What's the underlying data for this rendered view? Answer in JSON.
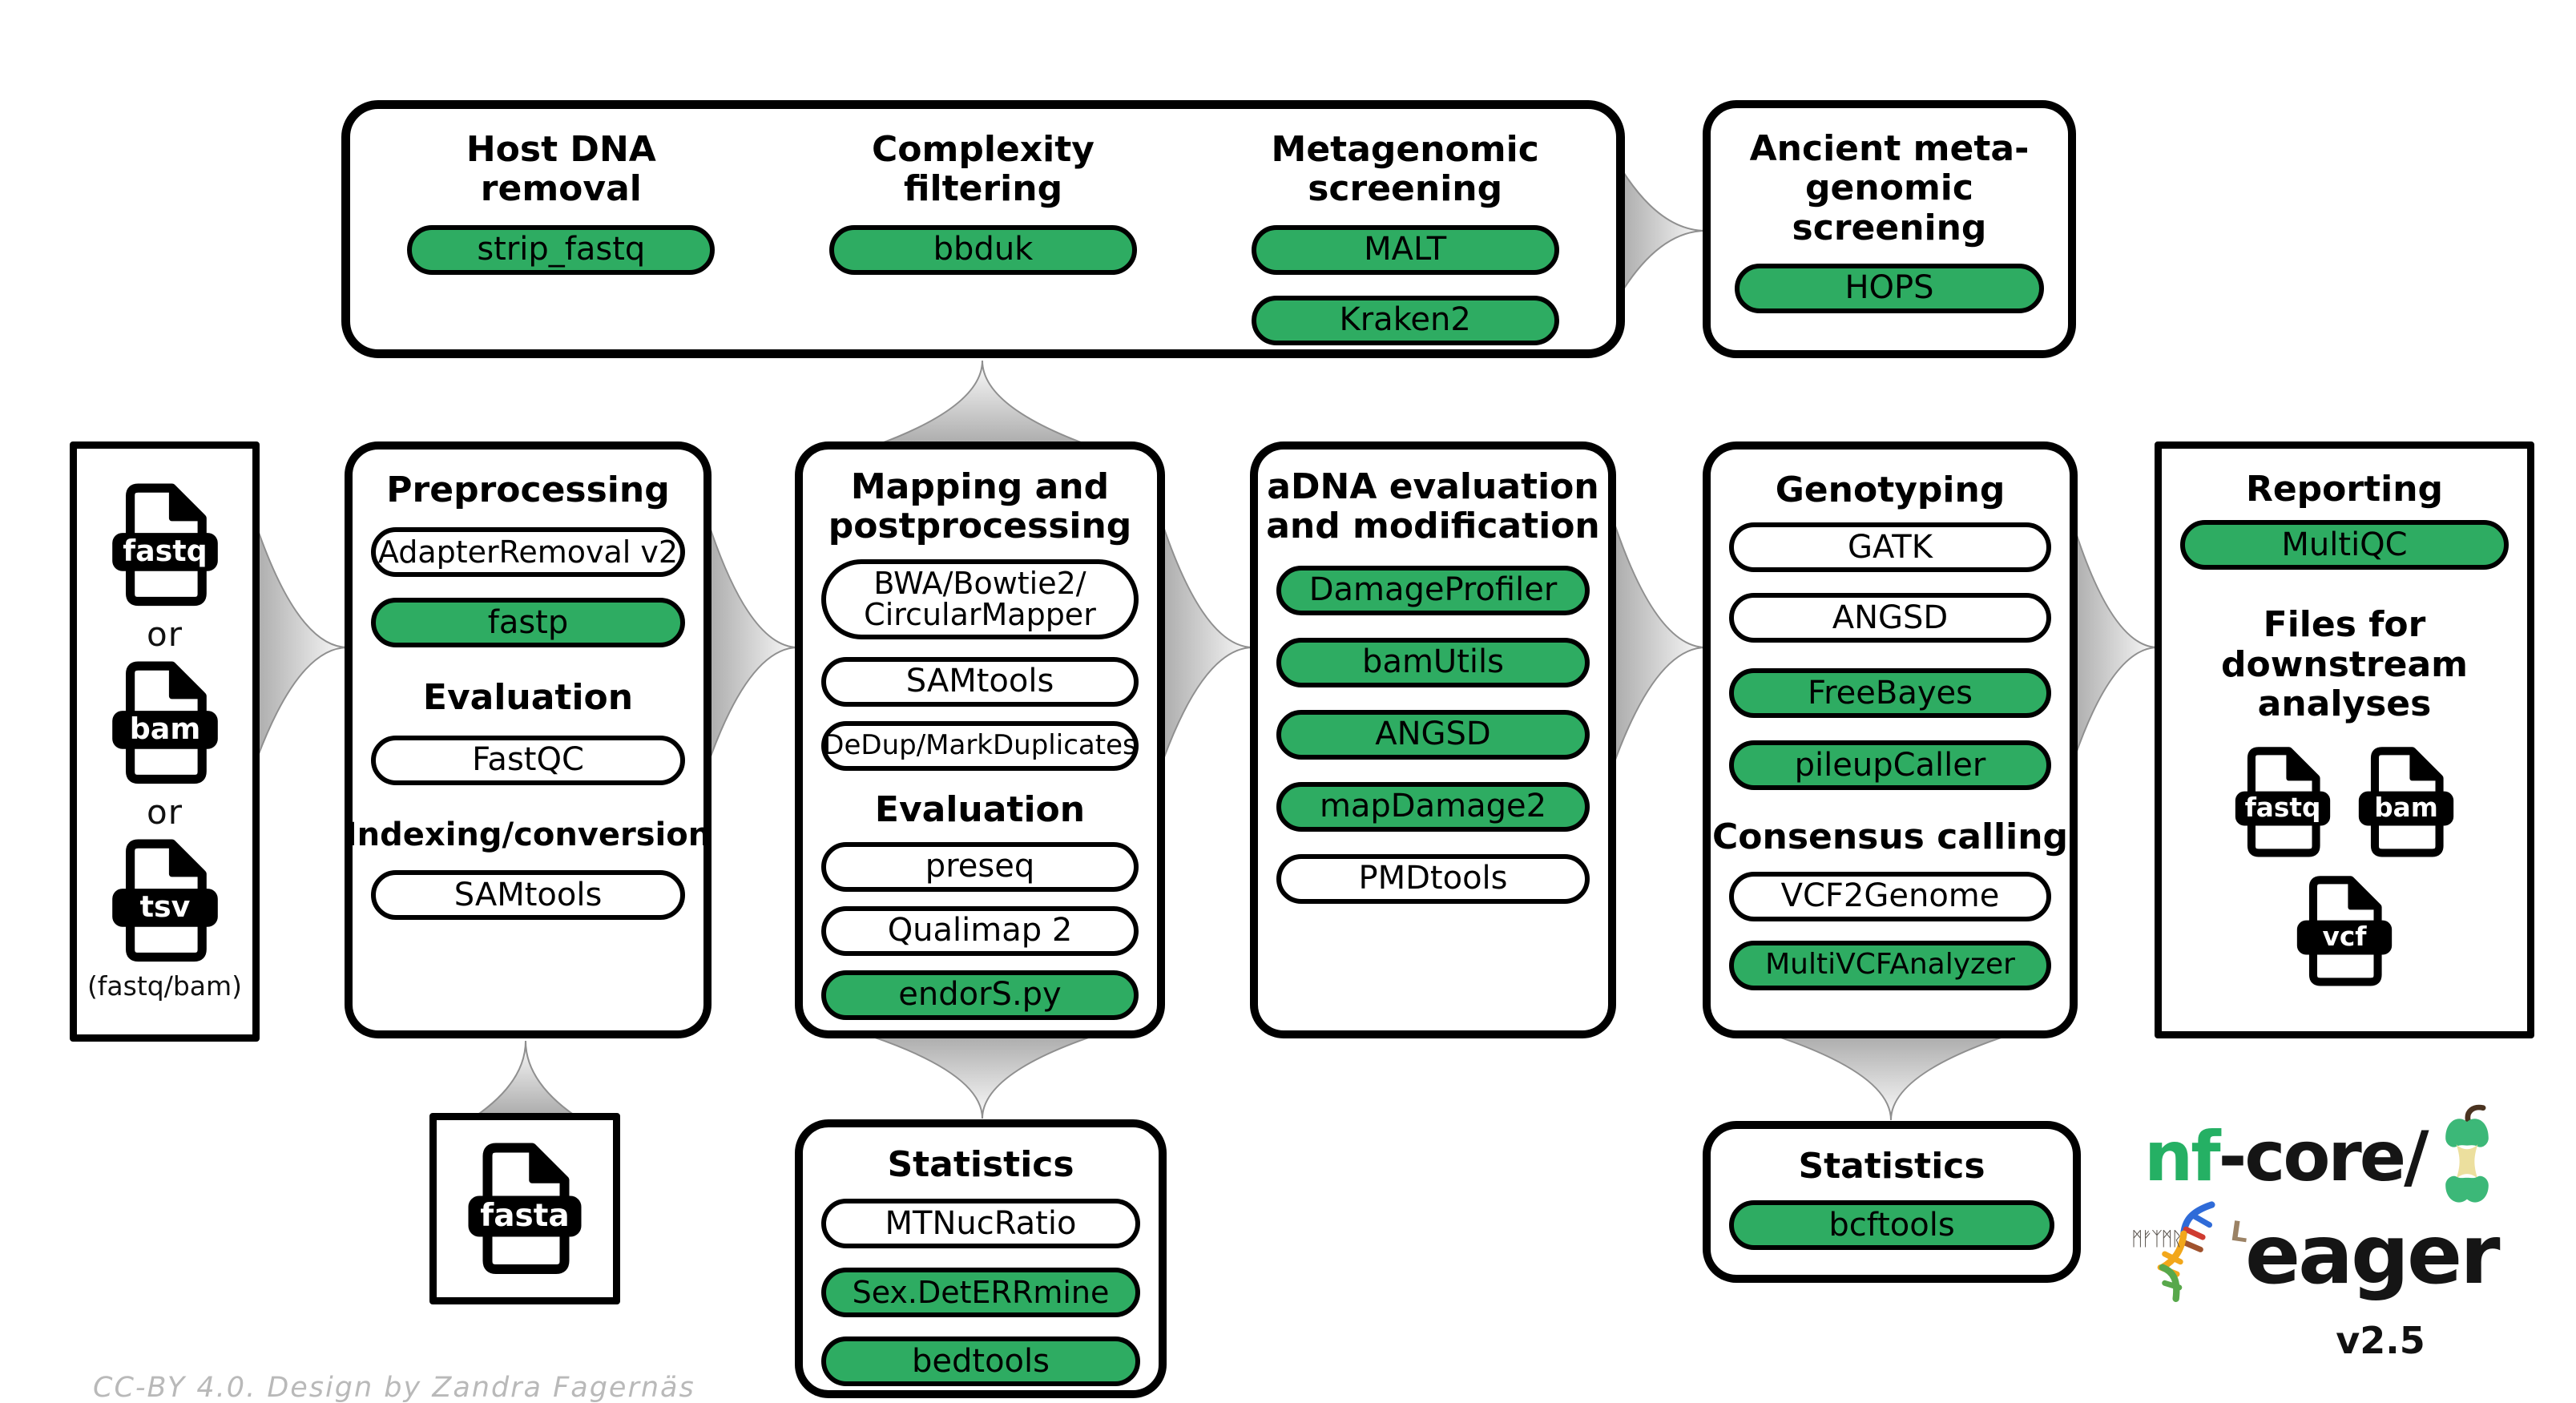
{
  "colors": {
    "pill_green": "#2eac62",
    "logo_green": "#25b064",
    "arrow_dark": "#9c9c9c",
    "arrow_light": "#fcfcfc",
    "credit_gray": "#b9b9b9"
  },
  "input_box": {
    "file1": "fastq",
    "or1": "or",
    "file2": "bam",
    "or2": "or",
    "file3": "tsv",
    "note": "(fastq/bam)"
  },
  "top_box": {
    "col1": {
      "title": "Host DNA\nremoval",
      "tool1": {
        "label": "strip_fastq",
        "green": true
      }
    },
    "col2": {
      "title": "Complexity\nfiltering",
      "tool1": {
        "label": "bbduk",
        "green": true
      }
    },
    "col3": {
      "title": "Metagenomic\nscreening",
      "tool1": {
        "label": "MALT",
        "green": true
      },
      "tool2": {
        "label": "Kraken2",
        "green": true
      }
    }
  },
  "ancient_box": {
    "title": "Ancient meta-\ngenomic screening",
    "tool1": {
      "label": "HOPS",
      "green": true
    }
  },
  "preprocessing": {
    "title": "Preprocessing",
    "tool1": {
      "label": "AdapterRemoval v2",
      "green": false
    },
    "tool2": {
      "label": "fastp",
      "green": true
    },
    "subtitle1": "Evaluation",
    "tool3": {
      "label": "FastQC",
      "green": false
    },
    "subtitle2": "Indexing/conversion",
    "tool4": {
      "label": "SAMtools",
      "green": false
    }
  },
  "mapping": {
    "title": "Mapping and\npostprocessing",
    "tool1": {
      "label": "BWA/Bowtie2/\nCircularMapper",
      "green": false
    },
    "tool2": {
      "label": "SAMtools",
      "green": false
    },
    "tool3": {
      "label": "DeDup/MarkDuplicates",
      "green": false
    },
    "subtitle1": "Evaluation",
    "tool4": {
      "label": "preseq",
      "green": false
    },
    "tool5": {
      "label": "Qualimap 2",
      "green": false
    },
    "tool6": {
      "label": "endorS.py",
      "green": true
    }
  },
  "adna": {
    "title": "aDNA evaluation\nand modification",
    "tool1": {
      "label": "DamageProfiler",
      "green": true
    },
    "tool2": {
      "label": "bamUtils",
      "green": true
    },
    "tool3": {
      "label": "ANGSD",
      "green": true
    },
    "tool4": {
      "label": "mapDamage2",
      "green": true
    },
    "tool5": {
      "label": "PMDtools",
      "green": false
    }
  },
  "genotyping": {
    "title": "Genotyping",
    "tool1": {
      "label": "GATK",
      "green": false
    },
    "tool2": {
      "label": "ANGSD",
      "green": false
    },
    "tool3": {
      "label": "FreeBayes",
      "green": true
    },
    "tool4": {
      "label": "pileupCaller",
      "green": true
    },
    "subtitle1": "Consensus calling",
    "tool5": {
      "label": "VCF2Genome",
      "green": false
    },
    "tool6": {
      "label": "MultiVCFAnalyzer",
      "green": true
    }
  },
  "reporting": {
    "title": "Reporting",
    "tool1": {
      "label": "MultiQC",
      "green": true
    },
    "subtitle1": "Files for downstream\nanalyses",
    "file1": "fastq",
    "file2": "bam",
    "file3": "vcf"
  },
  "stats_mapping": {
    "title": "Statistics",
    "tool1": {
      "label": "MTNucRatio",
      "green": false
    },
    "tool2": {
      "label": "Sex.DetERRmine",
      "green": true
    },
    "tool3": {
      "label": "bedtools",
      "green": true
    }
  },
  "stats_genotyping": {
    "title": "Statistics",
    "tool1": {
      "label": "bcftools",
      "green": true
    }
  },
  "fasta_box": {
    "file": "fasta"
  },
  "logo": {
    "brand_prefix": "nf",
    "brand_suffix": "-core/",
    "name": "eager",
    "version": "v2.5",
    "runes": "ᛗᚠᛉᛗᚱ",
    "rune_l": "L"
  },
  "credit": "CC-BY 4.0. Design by Zandra Fagernäs"
}
